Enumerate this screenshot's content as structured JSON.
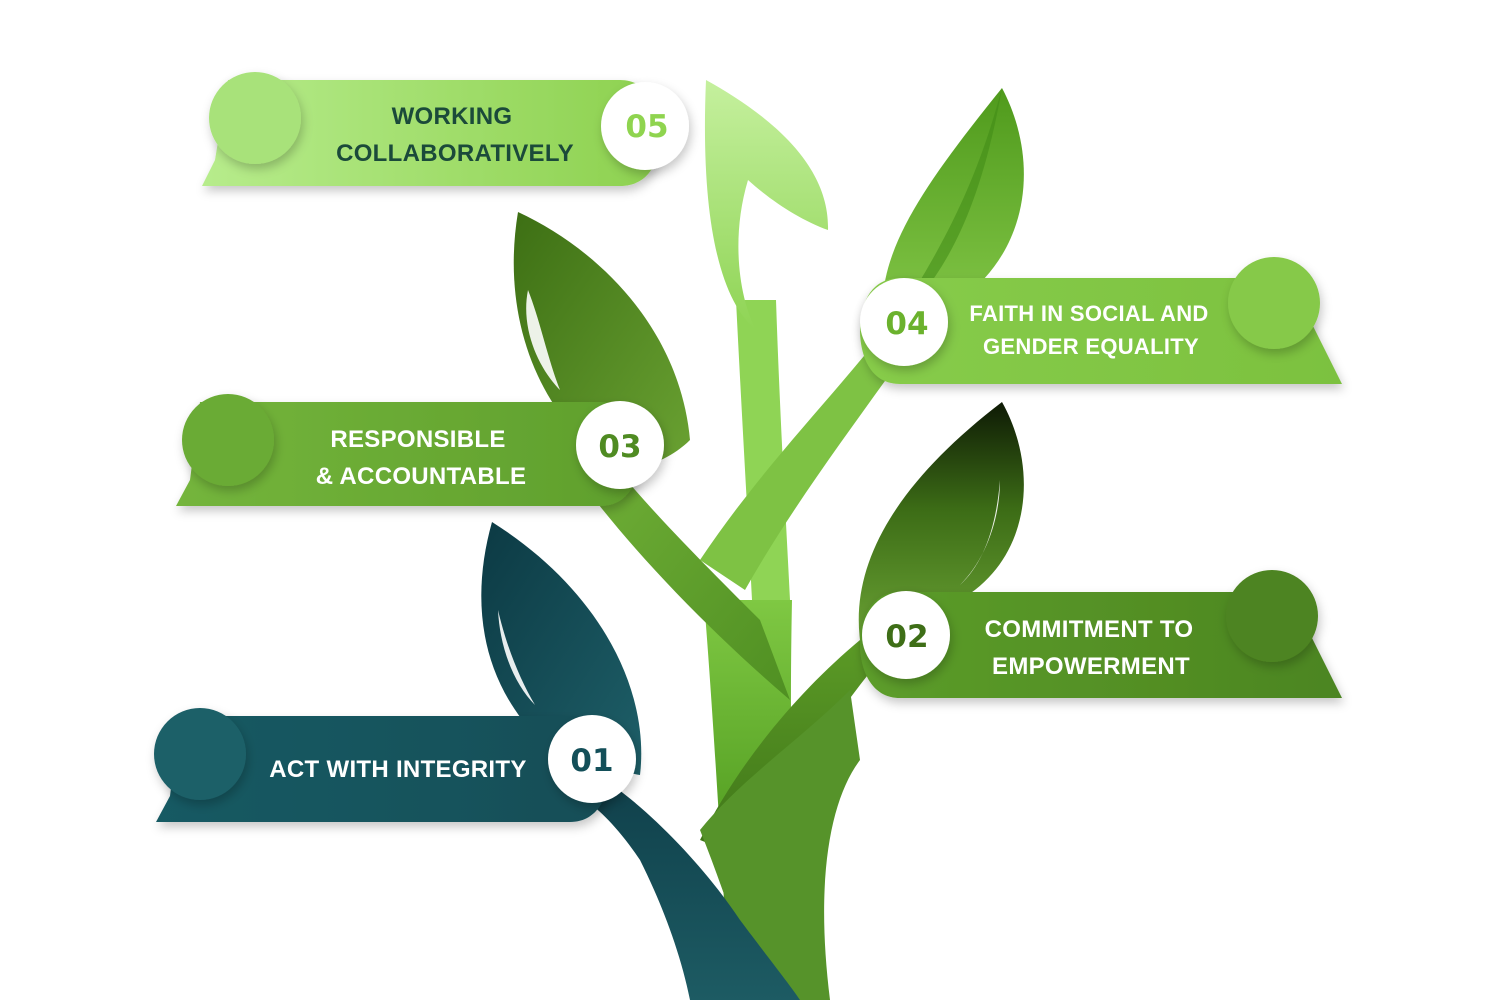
{
  "diagram": {
    "values": [
      {
        "number": "01",
        "line1": "ACT WITH INTEGRITY",
        "line2": ""
      },
      {
        "number": "02",
        "line1": "COMMITMENT TO",
        "line2": "EMPOWERMENT"
      },
      {
        "number": "03",
        "line1": "RESPONSIBLE",
        "line2": "& ACCOUNTABLE"
      },
      {
        "number": "04",
        "line1": "FAITH IN SOCIAL AND",
        "line2": "GENDER EQUALITY"
      },
      {
        "number": "05",
        "line1": "WORKING",
        "line2": "COLLABORATIVELY"
      }
    ],
    "colors": {
      "teal": "#134f59",
      "dark_green": "#4f8b22",
      "mid_green": "#64a52c",
      "light_green": "#8fd44f",
      "pale_green": "#a8e27a",
      "label_dark_text": "#1b4a3a",
      "label_light_text": "#ffffff"
    }
  }
}
